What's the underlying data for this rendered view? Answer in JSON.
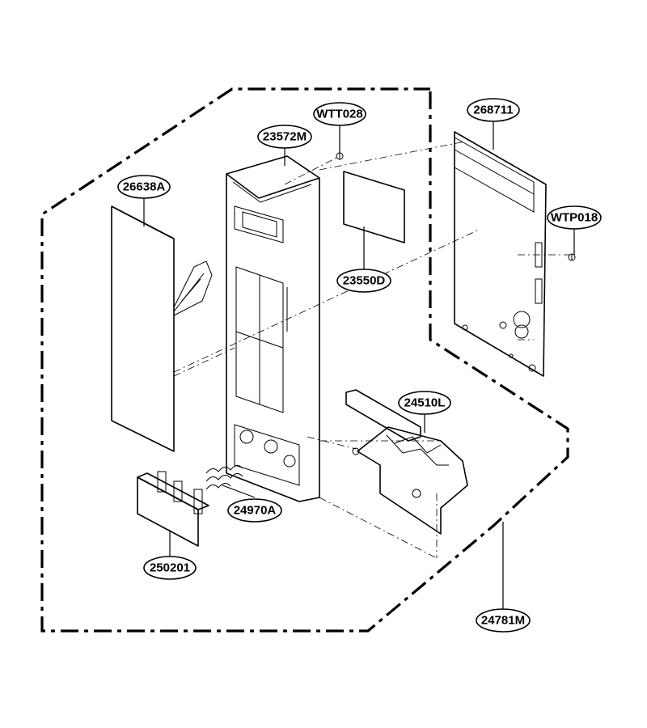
{
  "callouts": {
    "p26638A": "26638A",
    "p23572M": "23572M",
    "pWTT028": "WTT028",
    "p268711": "268711",
    "pWTP018": "WTP018",
    "p23550D": "23550D",
    "p24510L": "24510L",
    "p24970A": "24970A",
    "p250201": "250201",
    "p24781M": "24781M"
  }
}
